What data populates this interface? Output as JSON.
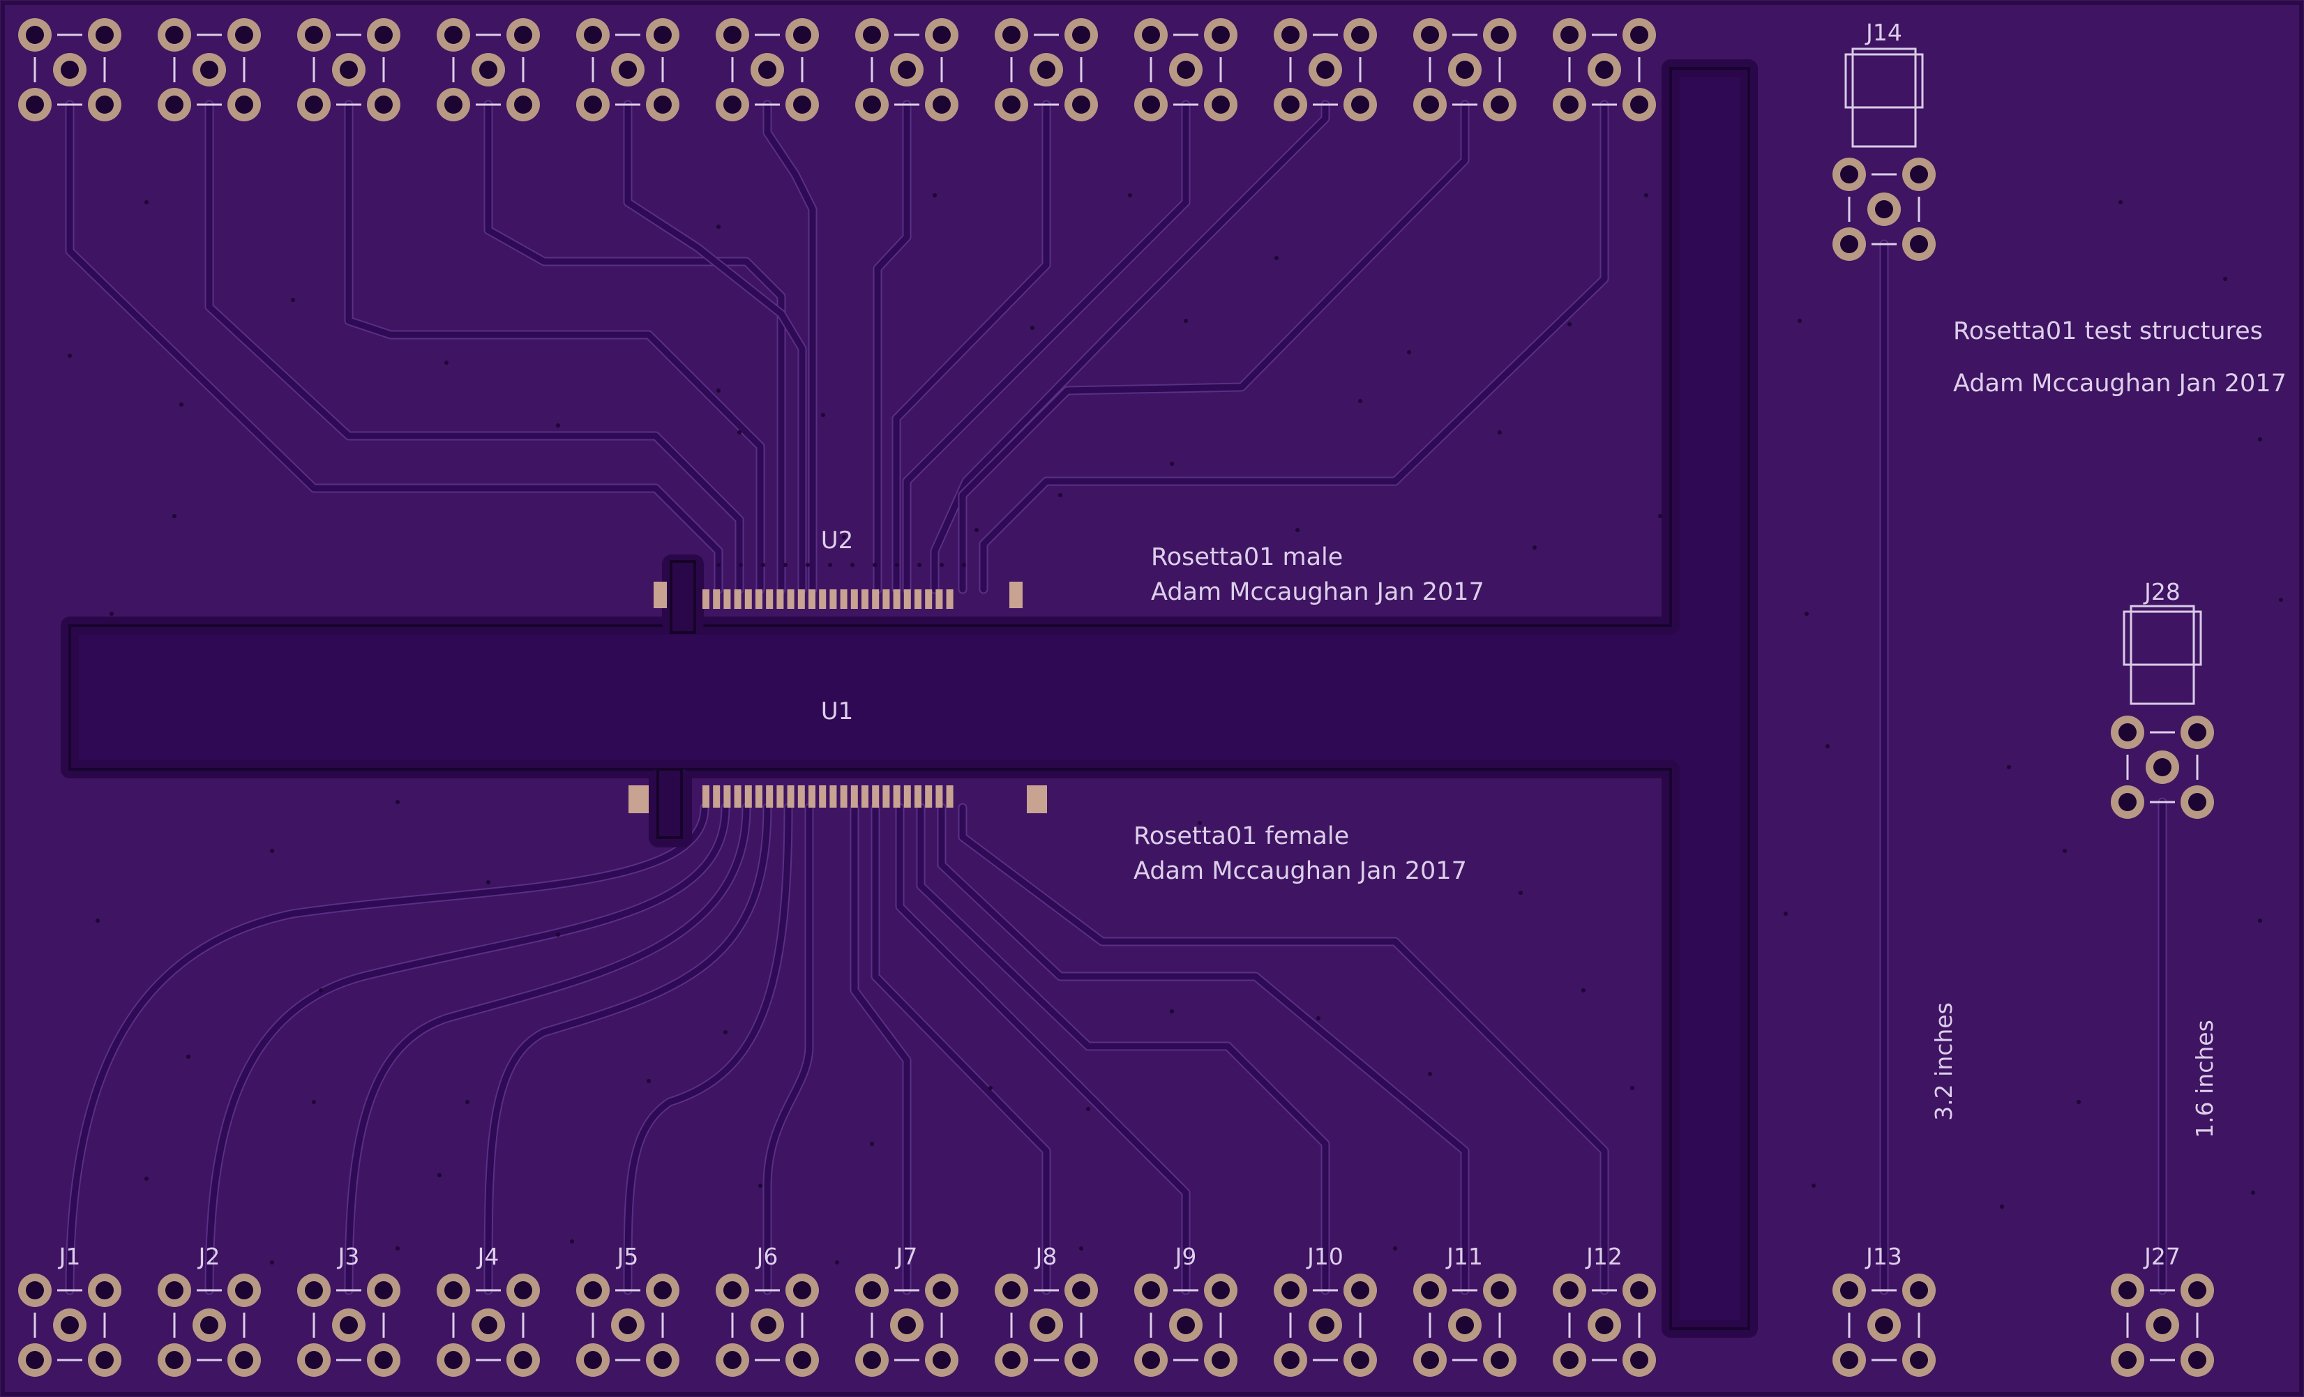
{
  "board": {
    "colors": {
      "substrate": "#3f1462",
      "edge": "#2a0a45",
      "copper_dark": "#2c0752",
      "pad_ring": "#b89a84",
      "pad_hole": "#1c0533",
      "silkscreen": "#dccfea",
      "smd_pad": "#c9a392"
    },
    "texts": {
      "test_title": "Rosetta01 test structures",
      "test_author": "Adam Mccaughan Jan 2017",
      "male_title": "Rosetta01 male",
      "male_author": "Adam Mccaughan Jan 2017",
      "female_title": "Rosetta01 female",
      "female_author": "Adam Mccaughan Jan 2017",
      "dim_long": "3.2 inches",
      "dim_short": "1.6 inches"
    },
    "chips": {
      "u1": "U1",
      "u2": "U2"
    },
    "connectors": {
      "bottom": [
        "J1",
        "J2",
        "J3",
        "J4",
        "J5",
        "J6",
        "J7",
        "J8",
        "J9",
        "J10",
        "J11",
        "J12"
      ],
      "right_top": "J14",
      "right_mid": "J28",
      "right_bottom_a": "J13",
      "right_bottom_b": "J27"
    },
    "icons": {
      "sma_pad": "sma-connector-footprint-icon",
      "smd_pad": "smd-pad-icon"
    }
  }
}
